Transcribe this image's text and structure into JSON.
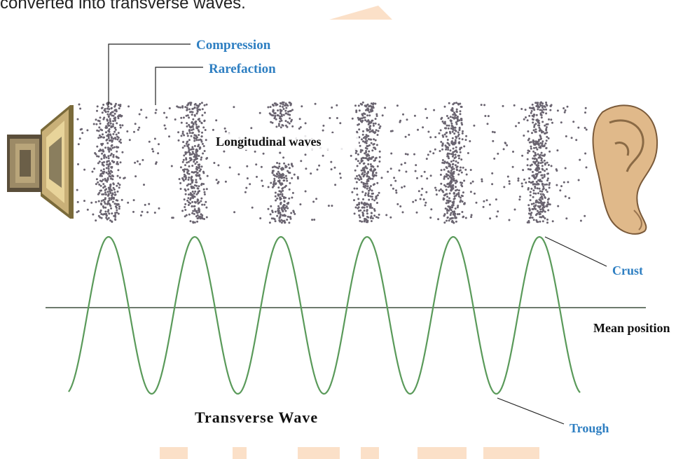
{
  "intro_text": "converted into transverse waves.",
  "labels": {
    "compression": "Compression",
    "rarefaction": "Rarefaction",
    "longitudinal": "Longitudinal waves",
    "crust": "Crust",
    "mean_position": "Mean position",
    "transverse": "Transverse Wave",
    "trough": "Trough"
  },
  "colors": {
    "label_blue": "#2e7fc2",
    "wave_green": "#5a9a5a",
    "mean_line": "#6d7a6d",
    "particles": "#6a6470",
    "watermark_orange": "#fbe0c8"
  },
  "icons": [
    "speaker-icon",
    "ear-icon"
  ]
}
